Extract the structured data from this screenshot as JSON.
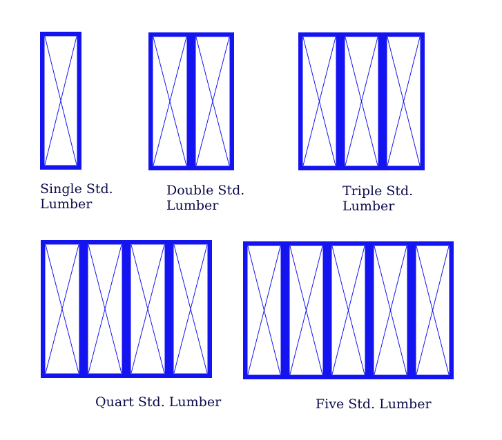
{
  "colors": {
    "lumber_fill": "#1414f0",
    "lumber_stroke": "#1414f0",
    "background": "#ffffff",
    "caption_text": "#0b0b4a"
  },
  "groups": [
    {
      "id": "single",
      "count": 1,
      "caption": "Single Std.\n Lumber"
    },
    {
      "id": "double",
      "count": 2,
      "caption": "Double Std.\n  Lumber"
    },
    {
      "id": "triple",
      "count": 3,
      "caption": "Triple Std.\n  Lumber"
    },
    {
      "id": "quart",
      "count": 4,
      "caption": "Quart Std. Lumber"
    },
    {
      "id": "five",
      "count": 5,
      "caption": "Five Std. Lumber"
    }
  ]
}
